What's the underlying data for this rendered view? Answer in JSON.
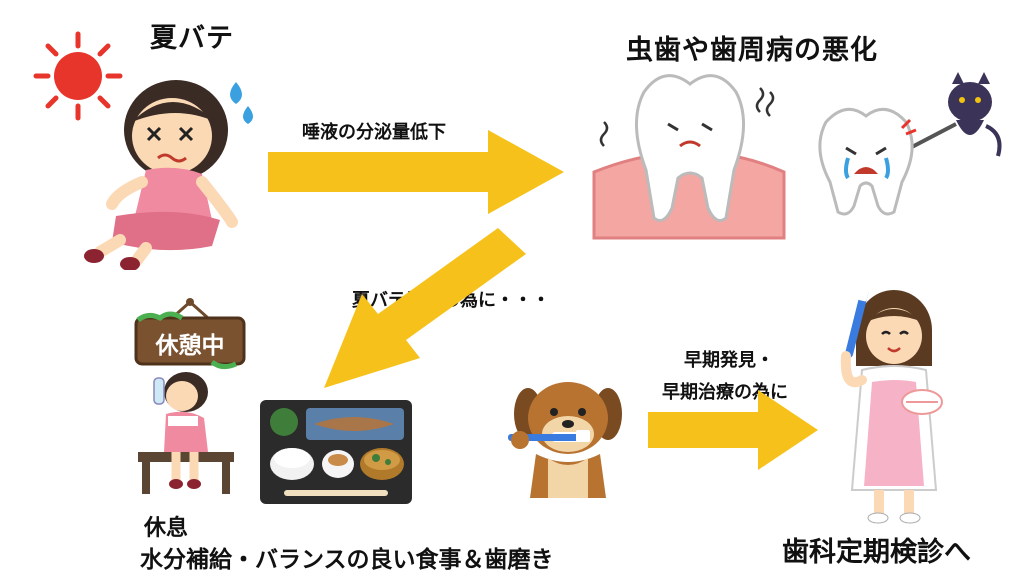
{
  "labels": {
    "natsubate": "夏バテ",
    "worsening": "虫歯や歯周病の悪化",
    "saliva": "唾液の分泌量低下",
    "prevention": "夏バテ予防の為に・・・",
    "early_line1": "早期発見・",
    "early_line2": "早期治療の為に",
    "rest_sign": "休憩中",
    "rest": "休息",
    "habits": "水分補給・バランスの良い食事＆歯磨き",
    "checkup": "歯科定期検診へ"
  },
  "colors": {
    "arrow": "#f6c11a",
    "sun": "#e8352b",
    "skin": "#fbd9b5",
    "pink_dress": "#f08aa0",
    "gum": "#f3a6a2",
    "devil": "#3b3358",
    "dog": "#b87331",
    "apron": "#f6b3c7",
    "sign_wood": "#6e4a2c",
    "tray": "#2b2b2b"
  }
}
